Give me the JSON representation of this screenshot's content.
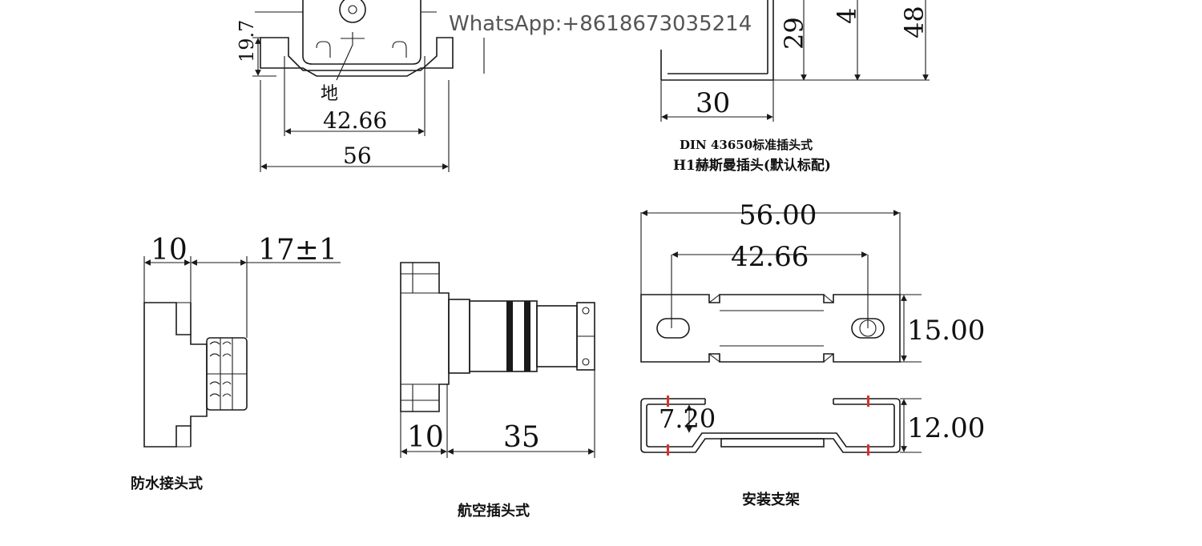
{
  "watermark": "WhatsApp:+8618673035214",
  "top_left": {
    "dim_height": "19.7",
    "ground_label": "地",
    "dim_inner": "42.66",
    "dim_outer": "56"
  },
  "top_right": {
    "dim_29": "29",
    "dim_4": "4",
    "dim_48": "48",
    "dim_30": "30",
    "caption_line1": "DIN 43650标准插头式",
    "caption_line2": "H1赫斯曼插头(默认标配)"
  },
  "waterproof": {
    "dim_10": "10",
    "dim_17": "17±1",
    "caption": "防水接头式"
  },
  "aviation": {
    "dim_10": "10",
    "dim_35": "35",
    "caption": "航空插头式"
  },
  "bracket": {
    "dim_width": "56.00",
    "dim_holes": "42.66",
    "dim_height": "15.00",
    "dim_depth": "7.20",
    "dim_side": "12.00",
    "caption": "安装支架"
  },
  "colors": {
    "line": "#1a1a1a",
    "watermark": "#555555",
    "red_mark": "#d9312b"
  }
}
